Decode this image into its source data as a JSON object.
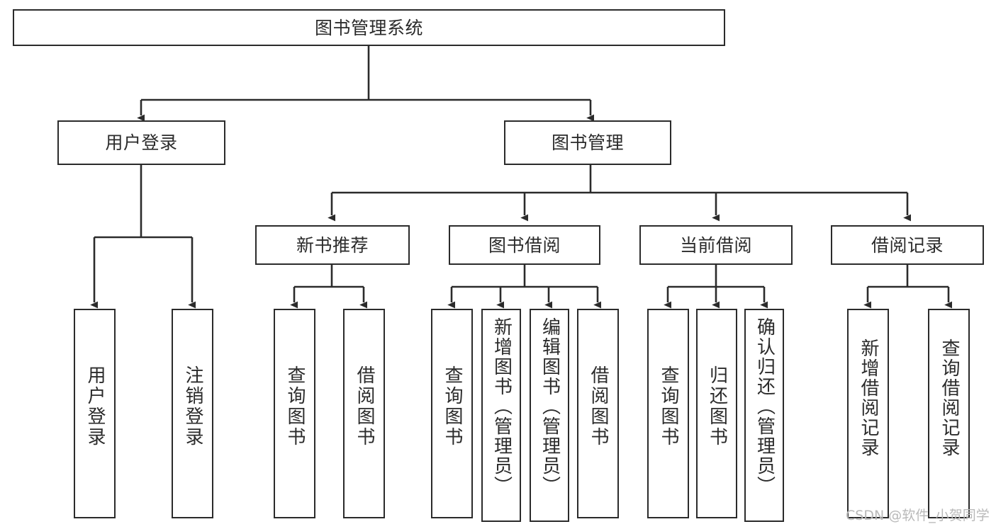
{
  "diagram": {
    "title": "图书管理系统",
    "type": "hierarchy-tree",
    "orientation": "top-down",
    "colors": {
      "border": "#2b2b2b",
      "fill": "#ffffff",
      "text": "#2b2b2b",
      "watermark": "#b9b9b9",
      "background": "#ffffff"
    },
    "root": {
      "label": "图书管理系统"
    },
    "level1": [
      {
        "id": "user-login",
        "label": "用户登录"
      },
      {
        "id": "book-manage",
        "label": "图书管理"
      }
    ],
    "level2": [
      {
        "id": "new-book-rec",
        "label": "新书推荐"
      },
      {
        "id": "book-borrow",
        "label": "图书借阅"
      },
      {
        "id": "current-borrow",
        "label": "当前借阅"
      },
      {
        "id": "borrow-record",
        "label": "借阅记录"
      }
    ],
    "leaves": {
      "user_login": [
        {
          "id": "leaf-user-login",
          "label": "用户登录"
        },
        {
          "id": "leaf-logout",
          "label": "注销登录"
        }
      ],
      "new_book_rec": [
        {
          "id": "leaf-query-book-1",
          "label": "查询图书"
        },
        {
          "id": "leaf-borrow-book-1",
          "label": "借阅图书"
        }
      ],
      "book_borrow": [
        {
          "id": "leaf-query-book-2",
          "label": "查询图书"
        },
        {
          "id": "leaf-add-book",
          "label": "新增图书（管理员）"
        },
        {
          "id": "leaf-edit-book",
          "label": "编辑图书（管理员）"
        },
        {
          "id": "leaf-borrow-book-2",
          "label": "借阅图书"
        }
      ],
      "current_borrow": [
        {
          "id": "leaf-query-book-3",
          "label": "查询图书"
        },
        {
          "id": "leaf-return-book",
          "label": "归还图书"
        },
        {
          "id": "leaf-confirm-return",
          "label": "确认归还（管理员）"
        }
      ],
      "borrow_record": [
        {
          "id": "leaf-add-record",
          "label": "新增借阅记录"
        },
        {
          "id": "leaf-query-record",
          "label": "查询借阅记录"
        }
      ]
    }
  },
  "watermark": {
    "text": "CSDN @软件_小贺同学"
  }
}
